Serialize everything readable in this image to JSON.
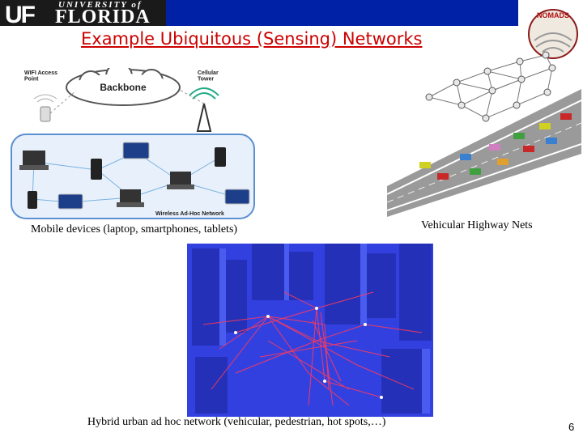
{
  "header": {
    "logo_mark": "UF",
    "logo_university": "UNIVERSITY of",
    "logo_florida": "FLORIDA",
    "lab_logo": "NOMADS"
  },
  "slide": {
    "title": "Example Ubiquitous (Sensing) Networks",
    "page_number": "6"
  },
  "figure_mobile": {
    "labels": {
      "wifi": "WIFI Access\nPoint",
      "backbone": "Backbone",
      "cellular": "Cellular\nTower",
      "adhoc": "Wireless Ad-Hoc Network"
    },
    "caption": "Mobile devices (laptop, smartphones, tablets)"
  },
  "figure_vehicular": {
    "caption": "Vehicular Highway Nets"
  },
  "figure_urban": {
    "caption": "Hybrid urban ad hoc network (vehicular, pedestrian, hot spots,…)"
  },
  "colors": {
    "uf_blue": "#0021a5",
    "title_red": "#cc0000",
    "link_red": "#ff3a5a",
    "city_blue": "#3340e0"
  }
}
